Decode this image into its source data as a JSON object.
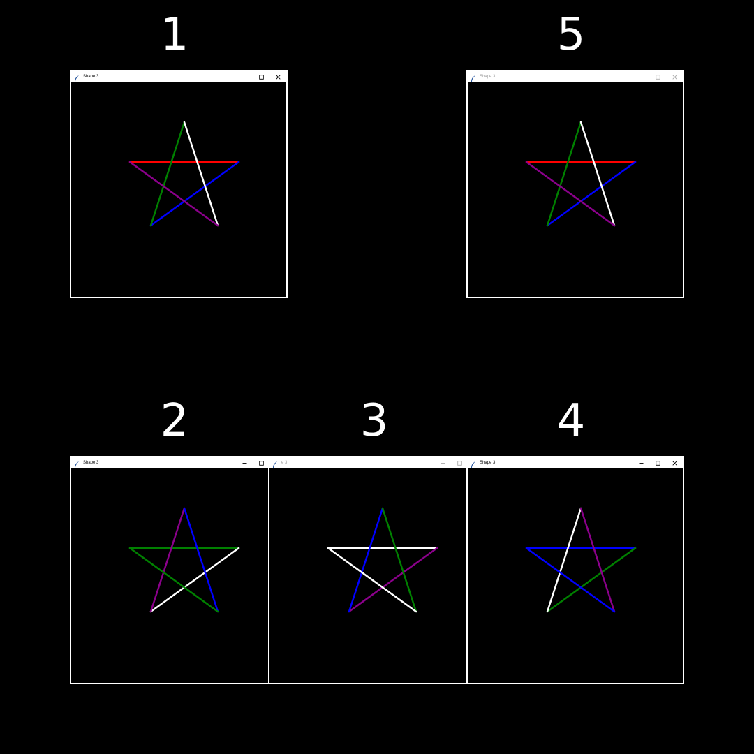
{
  "panels": [
    {
      "number": "1",
      "window_title": "Shape 3",
      "active": true,
      "edge_colors": [
        "#ff0000",
        "#0000ff",
        "#008000",
        "#ffffff",
        "#8b008b"
      ]
    },
    {
      "number": "5",
      "window_title": "Shape 3",
      "active": false,
      "edge_colors": [
        "#ff0000",
        "#0000ff",
        "#008000",
        "#ffffff",
        "#8b008b"
      ]
    },
    {
      "number": "2",
      "window_title": "Shape 3",
      "active": true,
      "edge_colors": [
        "#008000",
        "#ffffff",
        "#8b008b",
        "#0000ff",
        "#008000"
      ]
    },
    {
      "number": "3",
      "window_title": "e 3",
      "active": false,
      "edge_colors": [
        "#ffffff",
        "#8b008b",
        "#0000ff",
        "#008000",
        "#ffffff"
      ]
    },
    {
      "number": "4",
      "window_title": "Shape 3",
      "active": true,
      "edge_colors": [
        "#0000ff",
        "#008000",
        "#ffffff",
        "#8b008b",
        "#0000ff"
      ]
    }
  ],
  "icons": {
    "app": "feather-icon",
    "minimize": "minimize-icon",
    "maximize": "maximize-icon",
    "close": "close-icon"
  }
}
